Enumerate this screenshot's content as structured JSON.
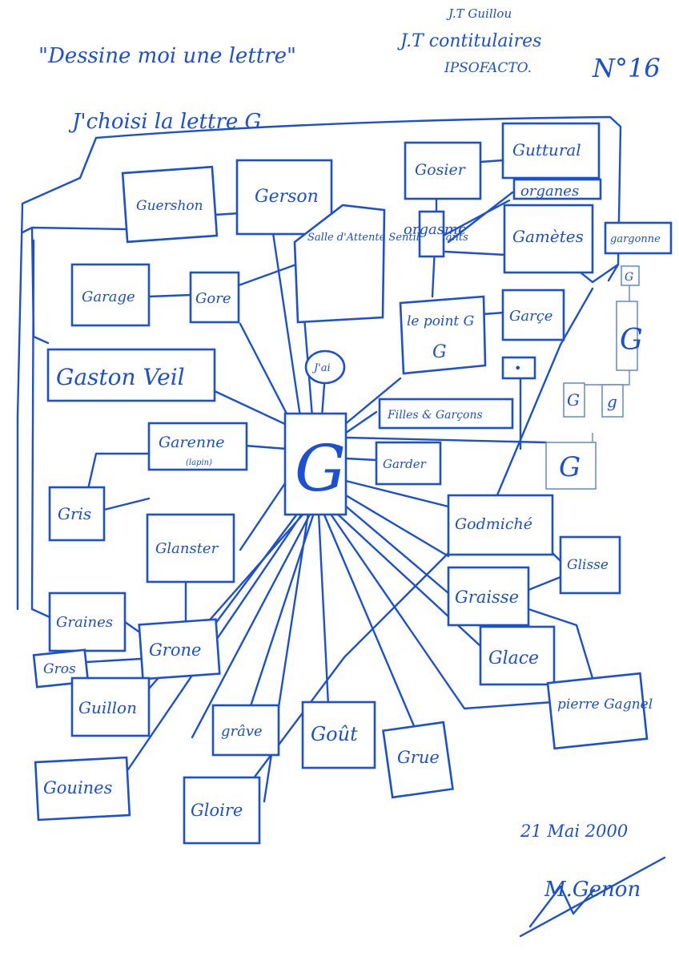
{
  "header": {
    "title": "\"Dessine moi une lettre\"",
    "author": "J.T contitulaires",
    "author_note": "J.T Guillou",
    "ipso": "IPSOFACTO.",
    "number": "N°16",
    "subtitle": "J'choisi la lettre G"
  },
  "center": {
    "label": "G"
  },
  "nodes": [
    {
      "id": "gueshon",
      "label": "Guershon"
    },
    {
      "id": "gerson",
      "label": "Gerson"
    },
    {
      "id": "salle",
      "label": "Salle d'Attente Sentilo enfants"
    },
    {
      "id": "gosier",
      "label": "Gosier"
    },
    {
      "id": "guttural",
      "label": "Guttural"
    },
    {
      "id": "organes",
      "label": "organes"
    },
    {
      "id": "orgasme",
      "label": "orgasme"
    },
    {
      "id": "gametes",
      "label": "Gamètes"
    },
    {
      "id": "gargonne",
      "label": "gargonne"
    },
    {
      "id": "garage",
      "label": "Garage"
    },
    {
      "id": "gore",
      "label": "Gore"
    },
    {
      "id": "point_g",
      "label": "le point G"
    },
    {
      "id": "garce",
      "label": "Garçe"
    },
    {
      "id": "dot",
      "label": "•"
    },
    {
      "id": "gaston",
      "label": "Gaston Veil"
    },
    {
      "id": "jai",
      "label": "J'ai"
    },
    {
      "id": "filles",
      "label": "Filles & Garçons"
    },
    {
      "id": "garenne",
      "label": "Garenne"
    },
    {
      "id": "garenne_sub",
      "label": "(lapin)"
    },
    {
      "id": "garder",
      "label": "Garder"
    },
    {
      "id": "gris",
      "label": "Gris"
    },
    {
      "id": "glanster",
      "label": "Glanster"
    },
    {
      "id": "godmiche",
      "label": "Godmiché"
    },
    {
      "id": "glisse",
      "label": "Glisse"
    },
    {
      "id": "graisse",
      "label": "Graisse"
    },
    {
      "id": "graines",
      "label": "Graines"
    },
    {
      "id": "grone",
      "label": "Grone"
    },
    {
      "id": "glace",
      "label": "Glace"
    },
    {
      "id": "gros",
      "label": "Gros"
    },
    {
      "id": "guillon",
      "label": "Guillon"
    },
    {
      "id": "pierre",
      "label": "pierre Gagnel"
    },
    {
      "id": "grave",
      "label": "grâve"
    },
    {
      "id": "gout",
      "label": "Goût"
    },
    {
      "id": "grue",
      "label": "Grue"
    },
    {
      "id": "gouines",
      "label": "Gouines"
    },
    {
      "id": "gloire",
      "label": "Gloire"
    }
  ],
  "glyphs": [
    {
      "id": "g_round",
      "label": "G"
    },
    {
      "id": "g_cursive",
      "label": "G"
    },
    {
      "id": "g_cap",
      "label": "G"
    },
    {
      "id": "g_small",
      "label": "g"
    },
    {
      "id": "g_big",
      "label": "G"
    }
  ],
  "footer": {
    "date": "21 Mai 2000",
    "signature": "M.Genon"
  },
  "colors": {
    "ink": "#1a4fd6",
    "paper": "#ffffff",
    "faint": "#5f86e8"
  }
}
